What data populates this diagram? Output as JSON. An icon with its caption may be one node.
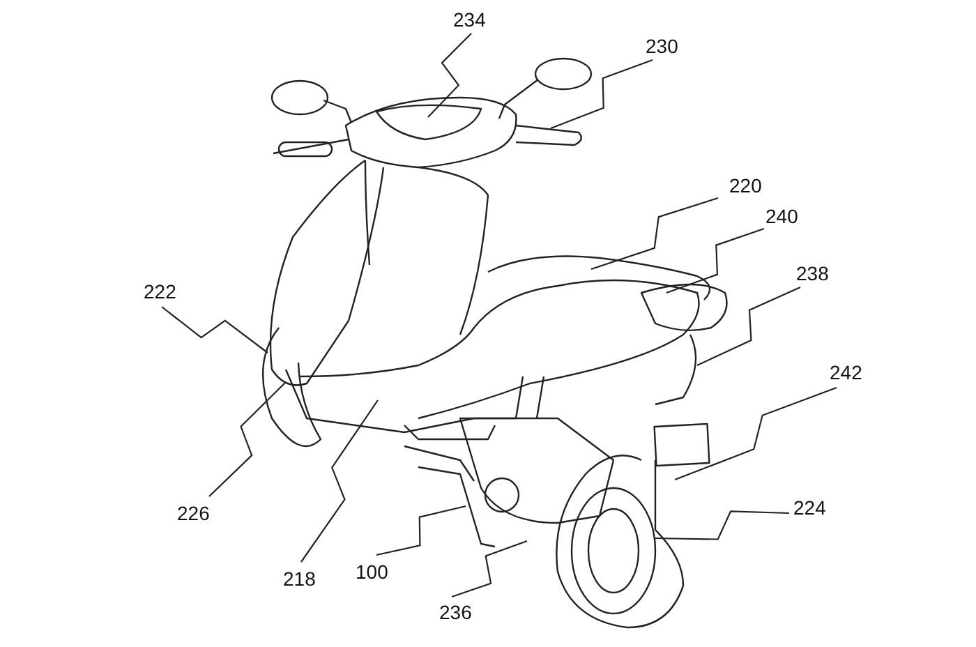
{
  "diagram": {
    "nodes": [
      {
        "text": [
          "234"
        ]
      },
      {
        "text": [
          "230"
        ]
      },
      {
        "text": [
          "220"
        ]
      },
      {
        "text": [
          "240"
        ]
      },
      {
        "text": [
          "238"
        ]
      },
      {
        "text": [
          "222"
        ]
      },
      {
        "text": [
          "242"
        ]
      },
      {
        "text": [
          "224"
        ]
      },
      {
        "text": [
          "226"
        ]
      },
      {
        "text": [
          "100"
        ]
      },
      {
        "text": [
          "218"
        ]
      },
      {
        "text": [
          "236"
        ]
      }
    ],
    "edges": [
      {
        "from": 0,
        "to": null,
        "arrow": "none"
      },
      {
        "from": 1,
        "to": null,
        "arrow": "none"
      },
      {
        "from": 2,
        "to": null,
        "arrow": "none"
      },
      {
        "from": 3,
        "to": null,
        "arrow": "none"
      },
      {
        "from": 4,
        "to": null,
        "arrow": "none"
      },
      {
        "from": 5,
        "to": null,
        "arrow": "none"
      },
      {
        "from": 6,
        "to": null,
        "arrow": "none"
      },
      {
        "from": 7,
        "to": null,
        "arrow": "none"
      },
      {
        "from": 8,
        "to": null,
        "arrow": "none"
      },
      {
        "from": 9,
        "to": null,
        "arrow": "none"
      },
      {
        "from": 10,
        "to": null,
        "arrow": "none"
      },
      {
        "from": 11,
        "to": null,
        "arrow": "none"
      }
    ]
  }
}
